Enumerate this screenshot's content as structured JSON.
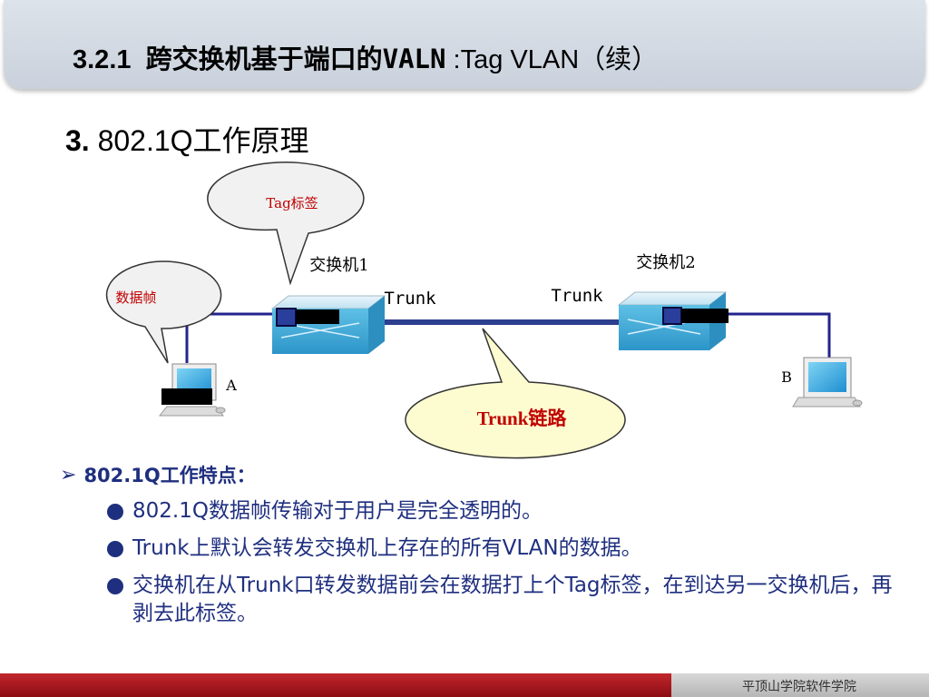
{
  "slide": {
    "title_number": "3.2.1",
    "title_cn": "跨交换机基于端口的",
    "title_abbr": "VALN",
    "title_rest": " :Tag VLAN（续）",
    "section_number": "3.",
    "section_text": " 802.1Q工作原理"
  },
  "diagram": {
    "callout_tag": "Tag标签",
    "callout_frame": "数据帧",
    "switch1_label": "交换机1",
    "switch2_label": "交换机2",
    "trunk_label_1": "Trunk",
    "trunk_label_2": "Trunk",
    "callout_trunk_link": "Trunk链路",
    "host_a_label": "A",
    "host_b_label": "B",
    "colors": {
      "link": "#23238e",
      "trunk": "#2d3f8f",
      "callout_fill": "#fdfbd0",
      "bubble_fill": "#f1f1f1",
      "trunk_text": "#c00000"
    }
  },
  "features": {
    "heading": "802.1Q工作特点：",
    "items": [
      "802.1Q数据帧传输对于用户是完全透明的。",
      "Trunk上默认会转发交换机上存在的所有VLAN的数据。",
      "交换机在从Trunk口转发数据前会在数据打上个Tag标签，在到达另一交换机后，再剥去此标签。"
    ]
  },
  "footer": {
    "text": "平顶山学院软件学院"
  }
}
